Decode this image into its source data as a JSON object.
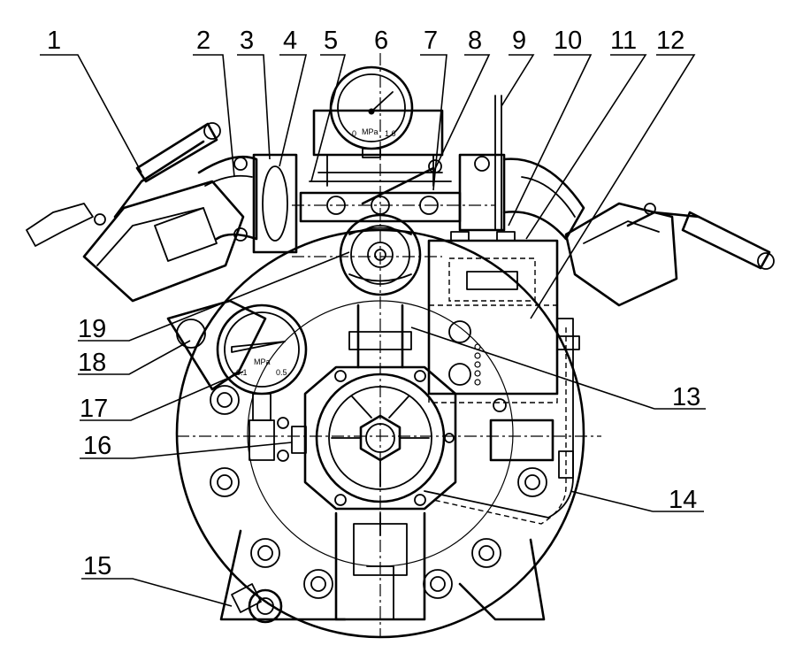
{
  "drawing": {
    "callouts": [
      {
        "id": 1,
        "label": "1"
      },
      {
        "id": 2,
        "label": "2"
      },
      {
        "id": 3,
        "label": "3"
      },
      {
        "id": 4,
        "label": "4"
      },
      {
        "id": 5,
        "label": "5"
      },
      {
        "id": 6,
        "label": "6"
      },
      {
        "id": 7,
        "label": "7"
      },
      {
        "id": 8,
        "label": "8"
      },
      {
        "id": 9,
        "label": "9"
      },
      {
        "id": 10,
        "label": "10"
      },
      {
        "id": 11,
        "label": "11"
      },
      {
        "id": 12,
        "label": "12"
      },
      {
        "id": 13,
        "label": "13"
      },
      {
        "id": 14,
        "label": "14"
      },
      {
        "id": 15,
        "label": "15"
      },
      {
        "id": 16,
        "label": "16"
      },
      {
        "id": 17,
        "label": "17"
      },
      {
        "id": 18,
        "label": "18"
      },
      {
        "id": 19,
        "label": "19"
      }
    ],
    "top_gauge": {
      "unit": "MPa",
      "scale_min": "0",
      "scale_max": "1.6"
    },
    "left_gauge": {
      "unit": "MPa",
      "scale_min": "-0.1",
      "scale_max": "0.5"
    }
  }
}
